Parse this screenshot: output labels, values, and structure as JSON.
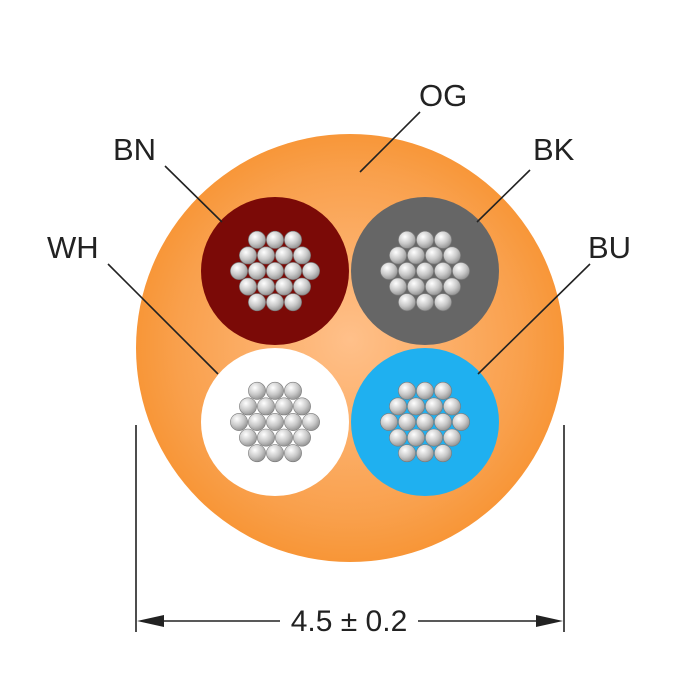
{
  "labels": {
    "jacket": "OG",
    "core_top_left": "BN",
    "core_top_right": "BK",
    "core_bottom_left": "WH",
    "core_bottom_right": "BU"
  },
  "dimension": {
    "text": "4.5 ± 0.2"
  },
  "colors": {
    "jacket": "#f68a1f",
    "jacket_highlight": "#ffc08a",
    "brown": "#7b0a07",
    "black": "#666666",
    "white": "#ffffff",
    "blue": "#1fb0f0",
    "strand": "#c8c8c8",
    "strand_highlight": "#ffffff",
    "strand_dark": "#8a8a8a"
  },
  "strands_per_core": 19
}
